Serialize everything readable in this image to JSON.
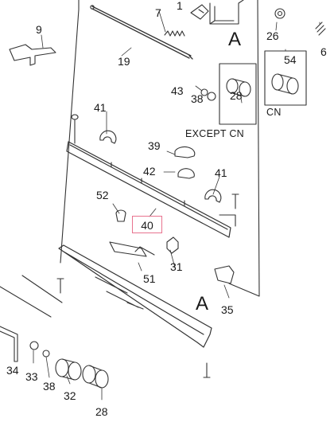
{
  "figure": {
    "callouts": {
      "c1": "1",
      "c7": "7",
      "c26": "26",
      "c6": "6",
      "c9": "9",
      "c19": "19",
      "c43": "43",
      "c38a": "38",
      "c28a": "28",
      "c54": "54",
      "c41a": "41",
      "c39": "39",
      "c42": "42",
      "c41b": "41",
      "c52": "52",
      "c31": "31",
      "c51": "51",
      "c35": "35",
      "c34": "34",
      "c33": "33",
      "c38b": "38",
      "c32": "32",
      "c28b": "28"
    },
    "highlighted_part": "40",
    "ref_marks": {
      "a_top": "A",
      "a_bottom": "A"
    },
    "notes": {
      "except_cn": "EXCEPT CN",
      "cn": "CN"
    },
    "highlight_color": "#e8738f",
    "line_color": "#333333"
  }
}
